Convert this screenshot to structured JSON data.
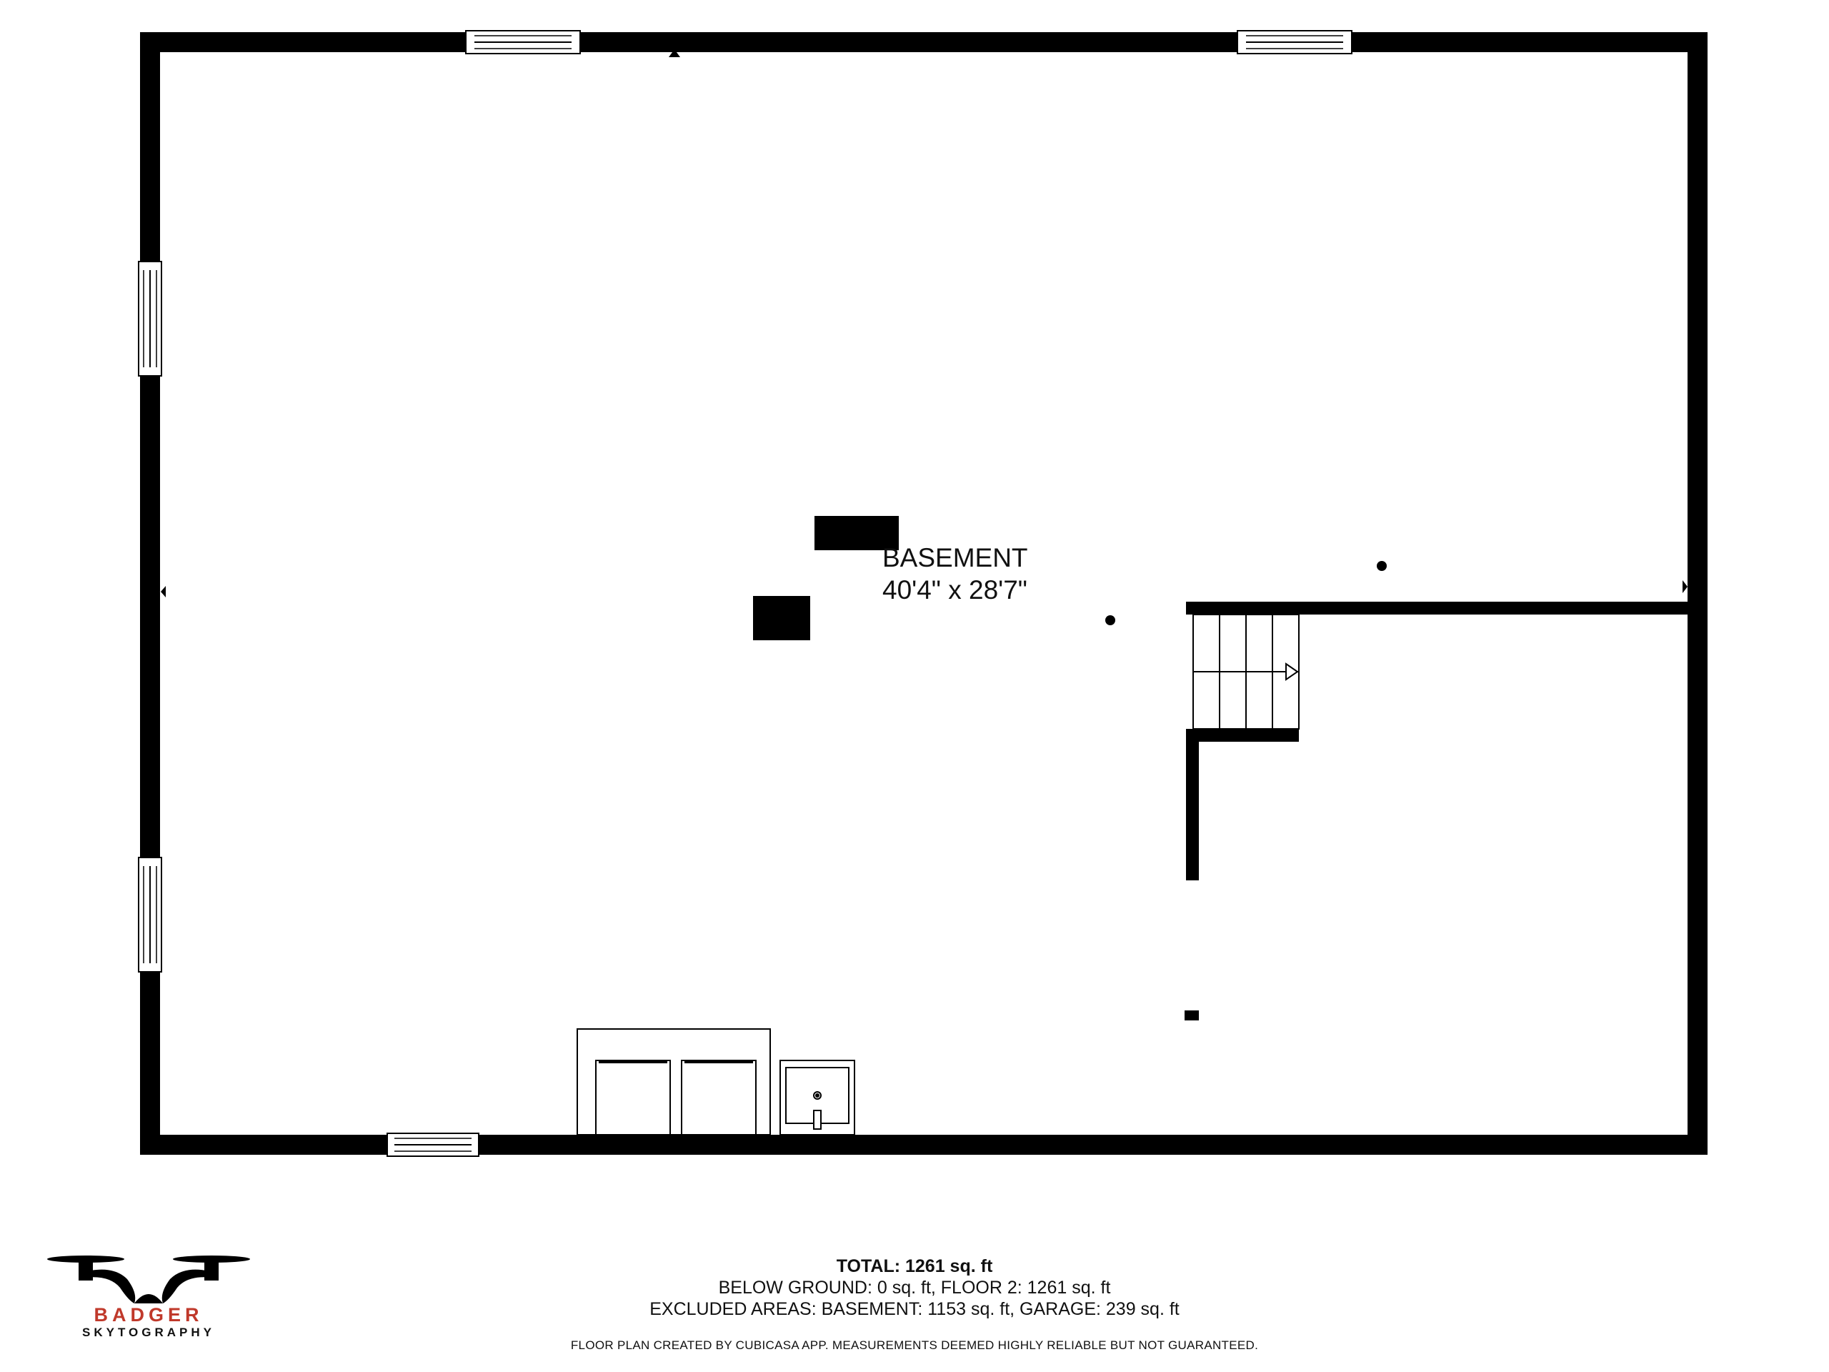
{
  "room": {
    "name": "BASEMENT",
    "dimensions": "40'4\" x 28'7\""
  },
  "summary": {
    "total": "TOTAL: 1261 sq. ft",
    "below_ground": "BELOW GROUND: 0 sq. ft, FLOOR 2: 1261 sq. ft",
    "excluded": "EXCLUDED AREAS: BASEMENT: 1153 sq. ft, GARAGE: 239 sq. ft",
    "disclaimer": "FLOOR PLAN CREATED BY CUBICASA APP. MEASUREMENTS DEEMED HIGHLY RELIABLE BUT NOT GUARANTEED."
  },
  "logo": {
    "brand": "BADGER",
    "subtitle": "SKYTOGRAPHY",
    "brand_color": "#c0392b"
  },
  "colors": {
    "wall": "#000000",
    "background": "#ffffff"
  }
}
